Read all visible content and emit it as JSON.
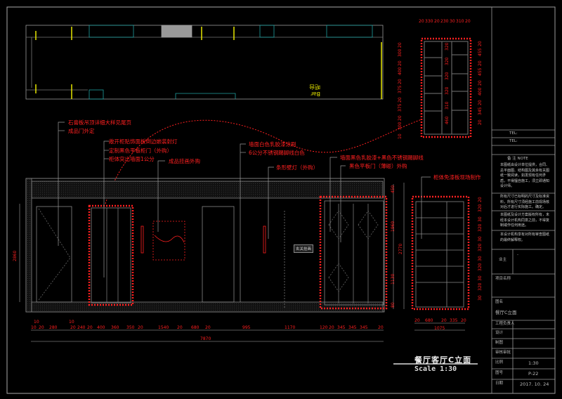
{
  "drawing": {
    "title": "餐厅客厅C立面",
    "scale": "Scale  1:30",
    "plan_label_cn": "吧台",
    "plan_label_en": "Bar",
    "wall_stamp": "玄关挂画"
  },
  "annotations": [
    "石膏板吊顶详细大样见尾页",
    "成品门外定",
    "敞开柜贴饰面板倒边嵌装射灯",
    "定制黑色平板柜门（外购）",
    "柜体突出墙面1公分",
    "成品挂画外购",
    "墙面白色乳胶漆涂刷",
    "6公分不锈钢踢脚线白色",
    "条形壁灯（外购）",
    "墙面黑色乳胶漆+黑色不锈钢踢脚线",
    "黑色平板门（薄碰）外购",
    "柜体免漆板现场制作"
  ],
  "dimensions": {
    "bottom_chain": [
      "10",
      "10",
      "20",
      "280",
      "10",
      "20",
      "240",
      "20",
      "400",
      "360",
      "350",
      "20",
      "1540",
      "20",
      "680",
      "20",
      "995",
      "1170",
      "120",
      "20",
      "345",
      "345",
      "345",
      "20"
    ],
    "bottom_total": "7870",
    "right_cabinet_bottom": [
      "20",
      "680",
      "20",
      "335",
      "20"
    ],
    "right_cabinet_total": "1075",
    "left_height": "2860",
    "mid_heights": [
      "450",
      "1960",
      "1130",
      "80"
    ],
    "mid_total": "2770",
    "right_heights": [
      "20",
      "320",
      "30",
      "320",
      "30",
      "320",
      "30",
      "320",
      "30",
      "320",
      "30"
    ],
    "detail_top": [
      "20",
      "330",
      "20",
      "230",
      "30",
      "310",
      "20"
    ],
    "detail_left": [
      "20",
      "300",
      "20",
      "400",
      "20",
      "375",
      "20",
      "375",
      "20",
      "300",
      "10"
    ],
    "detail_mid": [
      "320",
      "320",
      "320",
      "320",
      "310",
      "460"
    ],
    "detail_right": [
      "20",
      "455",
      "20",
      "455",
      "20",
      "400",
      "20",
      "345",
      "20"
    ]
  },
  "title_block": {
    "tel1": "TEL:",
    "tel2": "TEL:",
    "notes_header": "备  注        NOTE",
    "notes": [
      "本图纸由设计单位提供，合同、总平面图、结构图及其余有关图纸一致阅读，如发现有任何矛盾，不得擅自施工，须立即通知设计师。",
      "所有尺寸已标明的尺寸及标准资料，所有尺寸须经施工前现场核对后才进行实际施工。确定。",
      "本图纸及设计方案版权所有，未经本设计机构同意之前，不得复制或作任何用途。",
      "本设计机构享有对所有审查图纸的最终解释权。"
    ],
    "owner_label": "业主",
    "owner_value": "-",
    "project_label": "项目名称",
    "drawing_name_label": "图名",
    "drawing_name": "餐厅C立面",
    "engineer_label": "工程负责人",
    "design_label": "设计",
    "draw_label": "制图",
    "review_label": "审核审批",
    "scale_label": "比例",
    "scale_value": "1:30",
    "number_label": "图号",
    "number_value": "P-22",
    "date_label": "日期",
    "date_value": "2017. 10. 24"
  },
  "colors": {
    "annotation": "#ff2020",
    "line": "#9a9a9a",
    "plan_accent": "#e6e600",
    "plan_teal": "#1fa0a0"
  }
}
